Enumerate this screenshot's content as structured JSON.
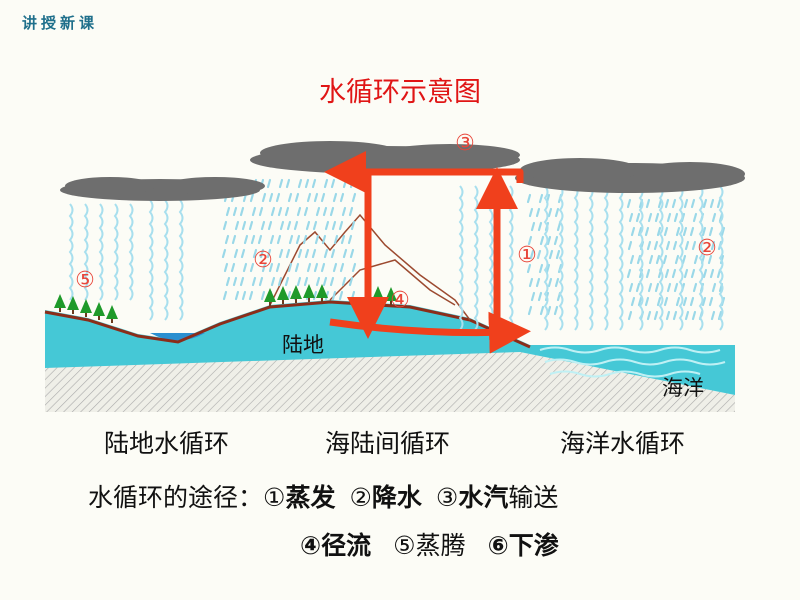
{
  "header": {
    "corner_label": "讲授新课",
    "title": "水循环示意图"
  },
  "diagram": {
    "markers": {
      "m1": "①",
      "m2a": "②",
      "m2b": "②",
      "m3": "③",
      "m4": "④",
      "m5": "⑤"
    },
    "land_label": "陆地",
    "ocean_label": "海洋"
  },
  "categories": {
    "land": "陆地水循环",
    "sea_land": "海陆间循环",
    "ocean": "海洋水循环"
  },
  "pathways": {
    "intro": "水循环的途径：",
    "p1_num": "①",
    "p1_name": "蒸发",
    "p2_num": "②",
    "p2_name": "降水",
    "p3_num": "③",
    "p3_a": "水汽",
    "p3_b": "输送",
    "p4": "④径流",
    "p5": "⑤蒸腾",
    "p6": "⑥下渗"
  },
  "colors": {
    "title": "#e01515",
    "arrow": "#f0401c",
    "marker": "#e8463a",
    "water": "#3ec5d4",
    "cloud": "#6e6e6e",
    "precip": "#9ad8e8"
  }
}
